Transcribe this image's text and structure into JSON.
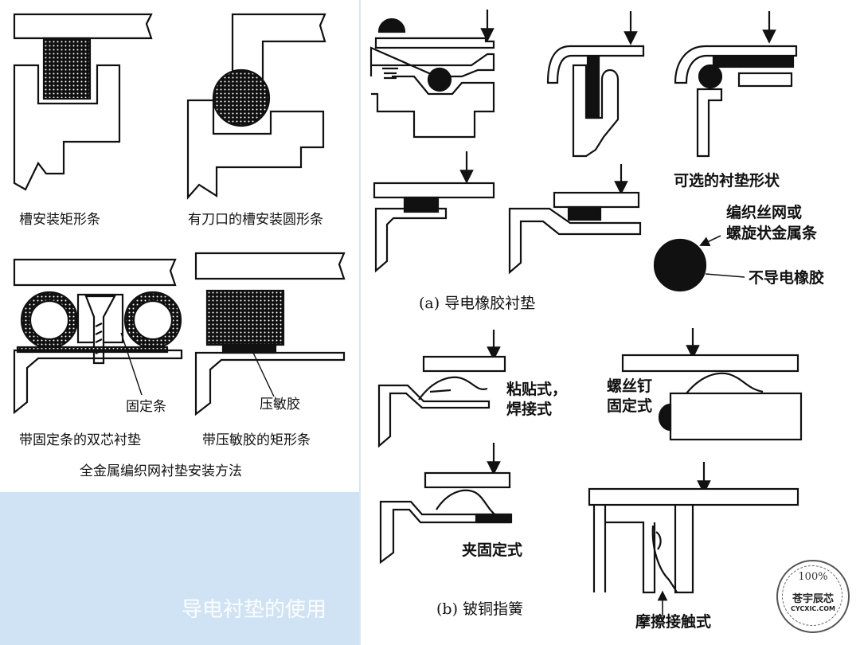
{
  "left": {
    "label_rect_groove": "槽安装矩形条",
    "label_round_groove": "有刀口的槽安装圆形条",
    "label_fixing_strip": "固定条",
    "label_psa": "压敏胶",
    "label_double_core": "带固定条的双芯衬垫",
    "label_rect_psa": "带压敏胶的矩形条",
    "caption": "全金属编织网衬垫安装方法",
    "slide_title": "导电衬垫的使用"
  },
  "right": {
    "label_shapes": "可选的衬垫形状",
    "label_mesh_line1": "编织丝网或",
    "label_mesh_line2": "螺旋状金属条",
    "label_rubber": "不导电橡胶",
    "caption_a": "(a) 导电橡胶衬垫",
    "label_adhesive_line1": "粘贴式，",
    "label_adhesive_line2": "焊接式",
    "label_screw_line1": "螺丝钉",
    "label_screw_line2": "固定式",
    "label_clip": "夹固定式",
    "caption_b": "(b) 铍铜指簧",
    "label_friction": "摩擦接触式"
  },
  "watermark": {
    "percent": "100%",
    "name": "苍宇辰芯",
    "url": "CYCXIC.COM"
  }
}
